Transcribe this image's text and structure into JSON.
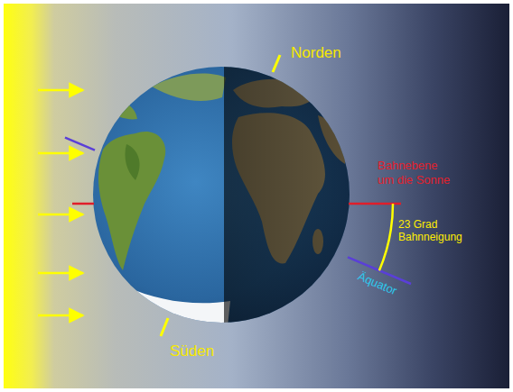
{
  "diagram": {
    "labels": [
      "Norden",
      "Bahnebene um die Sonne",
      "23 Grad Bahnneigung",
      "Äquator",
      "Süden"
    ]
  }
}
